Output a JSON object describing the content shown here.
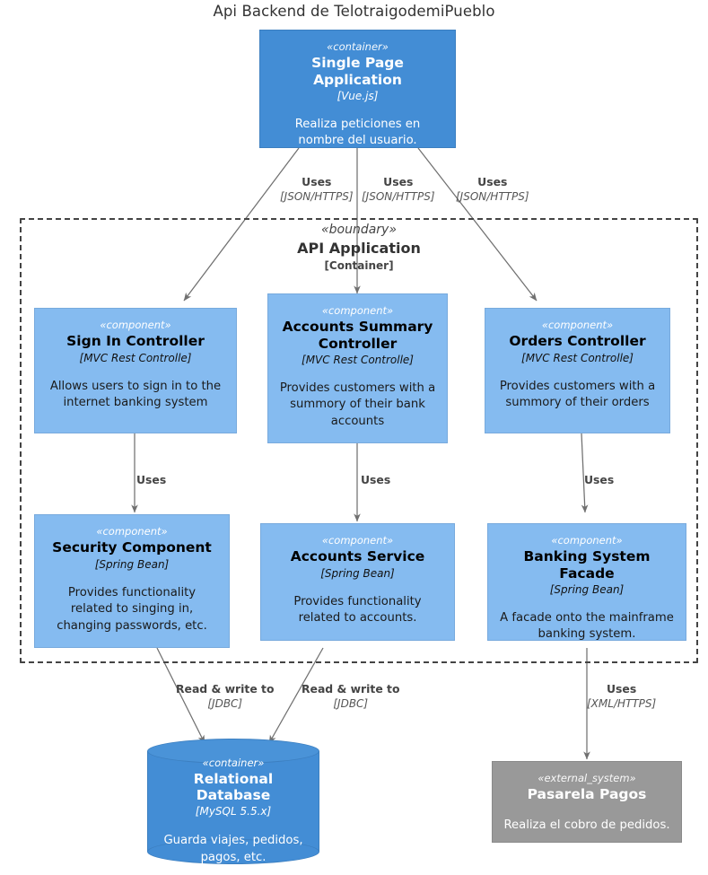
{
  "title": "Api Backend de TelotraigodemiPueblo",
  "colors": {
    "container": "#438DD5",
    "component": "#85BBF0",
    "external_system": "#999999",
    "edge": "#707070",
    "boundary_border": "#444444",
    "text_dark": "#333333",
    "text_light": "#FFFFFF"
  },
  "boundary": {
    "stereotype": "«boundary»",
    "name": "API Application",
    "technology": "[Container]"
  },
  "nodes": [
    {
      "id": "spa",
      "kind": "container",
      "stereotype": "«container»",
      "name": "Single Page Application",
      "technology": "[Vue.js]",
      "description": "Realiza peticiones en nombre del usuario."
    },
    {
      "id": "signin",
      "kind": "component",
      "stereotype": "«component»",
      "name": "Sign In Controller",
      "technology": "[MVC Rest Controlle]",
      "description": "Allows users to sign in to the internet banking system"
    },
    {
      "id": "accounts_summary",
      "kind": "component",
      "stereotype": "«component»",
      "name": "Accounts Summary Controller",
      "technology": "[MVC Rest Controlle]",
      "description": "Provides customers with a summory of their bank accounts"
    },
    {
      "id": "orders",
      "kind": "component",
      "stereotype": "«component»",
      "name": "Orders Controller",
      "technology": "[MVC Rest Controlle]",
      "description": "Provides customers with a summory of their orders"
    },
    {
      "id": "security",
      "kind": "component",
      "stereotype": "«component»",
      "name": "Security Component",
      "technology": "[Spring Bean]",
      "description": "Provides functionality related to singing in, changing passwords, etc."
    },
    {
      "id": "accounts_service",
      "kind": "component",
      "stereotype": "«component»",
      "name": "Accounts Service",
      "technology": "[Spring Bean]",
      "description": "Provides functionality related to accounts."
    },
    {
      "id": "banking_facade",
      "kind": "component",
      "stereotype": "«component»",
      "name": "Banking System Facade",
      "technology": "[Spring Bean]",
      "description": "A facade onto the mainframe banking system."
    },
    {
      "id": "database",
      "kind": "database",
      "stereotype": "«container»",
      "name": "Relational Database",
      "technology": "[MySQL 5.5.x]",
      "description": "Guarda viajes, pedidos, pagos, etc."
    },
    {
      "id": "pasarela",
      "kind": "external_system",
      "stereotype": "«external_system»",
      "name": "Pasarela Pagos",
      "technology": "",
      "description": "Realiza el cobro de pedidos."
    }
  ],
  "edges": [
    {
      "id": "spa-signin",
      "from": "spa",
      "to": "signin",
      "label": "Uses",
      "technology": "[JSON/HTTPS]"
    },
    {
      "id": "spa-accounts-summary",
      "from": "spa",
      "to": "accounts_summary",
      "label": "Uses",
      "technology": "[JSON/HTTPS]"
    },
    {
      "id": "spa-orders",
      "from": "spa",
      "to": "orders",
      "label": "Uses",
      "technology": "[JSON/HTTPS]"
    },
    {
      "id": "signin-security",
      "from": "signin",
      "to": "security",
      "label": "Uses",
      "technology": ""
    },
    {
      "id": "accounts-summary-accounts-service",
      "from": "accounts_summary",
      "to": "accounts_service",
      "label": "Uses",
      "technology": ""
    },
    {
      "id": "orders-banking-facade",
      "from": "orders",
      "to": "banking_facade",
      "label": "Uses",
      "technology": ""
    },
    {
      "id": "security-database",
      "from": "security",
      "to": "database",
      "label": "Read & write to",
      "technology": "[JDBC]"
    },
    {
      "id": "accounts-service-database",
      "from": "accounts_service",
      "to": "database",
      "label": "Read & write to",
      "technology": "[JDBC]"
    },
    {
      "id": "banking-facade-pasarela",
      "from": "banking_facade",
      "to": "pasarela",
      "label": "Uses",
      "technology": "[XML/HTTPS]"
    }
  ]
}
